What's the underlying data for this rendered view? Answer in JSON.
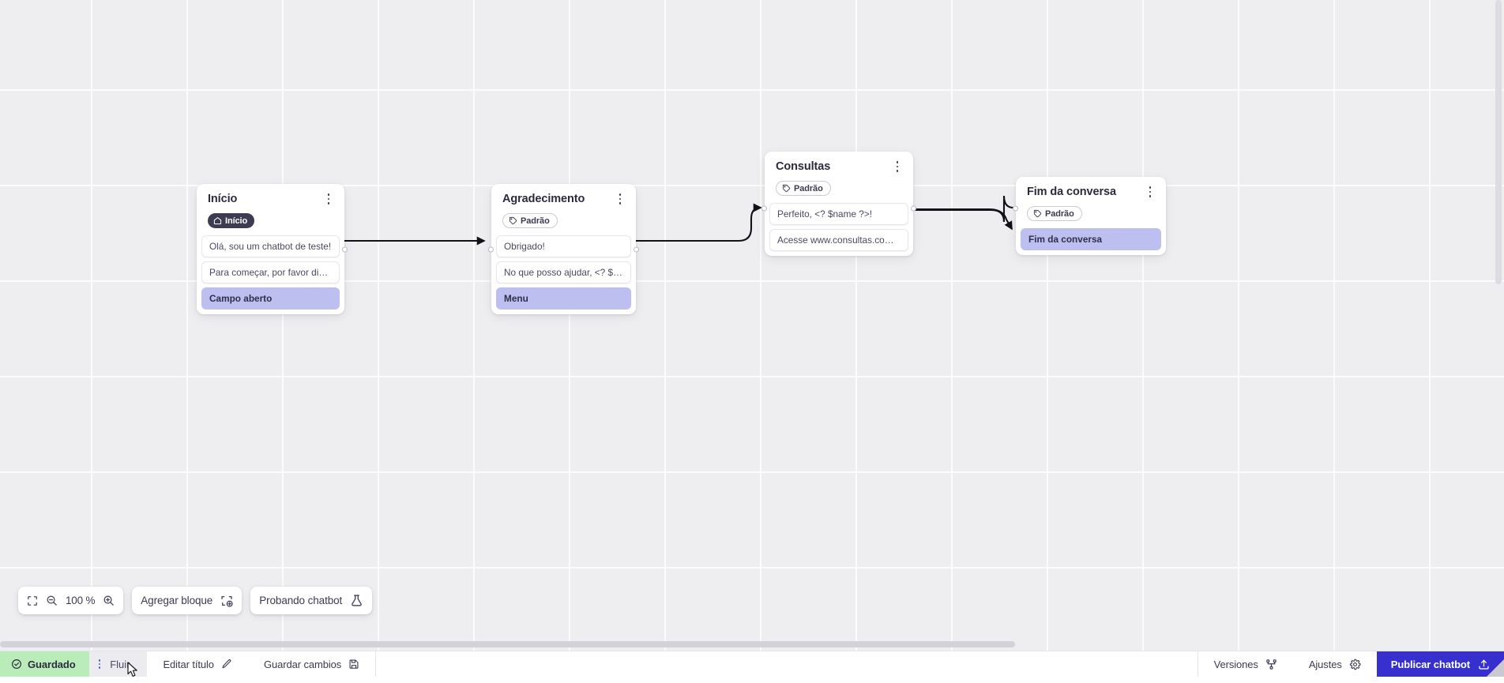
{
  "canvas": {
    "zoom_label": "100 %",
    "grid": true
  },
  "nodes": [
    {
      "title": "Início",
      "badge": {
        "label": "Início",
        "icon": "home-icon",
        "style": "dark"
      },
      "messages": [
        {
          "text": "Olá, sou um chatbot de teste!",
          "type": "message"
        },
        {
          "text": "Para começar, por favor digite o ...",
          "type": "message"
        },
        {
          "text": "Campo aberto",
          "type": "action"
        }
      ]
    },
    {
      "title": "Agradecimento",
      "badge": {
        "label": "Padrão",
        "icon": "tag-icon",
        "style": "outline"
      },
      "messages": [
        {
          "text": "Obrigado!",
          "type": "message"
        },
        {
          "text": "No que posso ajudar, <? $name ...",
          "type": "message"
        },
        {
          "text": "Menu",
          "type": "action"
        }
      ]
    },
    {
      "title": "Consultas",
      "badge": {
        "label": "Padrão",
        "icon": "tag-icon",
        "style": "outline"
      },
      "messages": [
        {
          "text": "Perfeito, <? $name ?>!",
          "type": "message"
        },
        {
          "text": "Acesse www.consultas.com par...",
          "type": "message"
        }
      ]
    },
    {
      "title": "Fim da conversa",
      "badge": {
        "label": "Padrão",
        "icon": "tag-icon",
        "style": "outline"
      },
      "messages": [
        {
          "text": "Fim da conversa",
          "type": "action"
        }
      ]
    }
  ],
  "toolbar": {
    "fit_icon": "fit-screen-icon",
    "zoom_out_icon": "zoom-out-icon",
    "zoom_in_icon": "zoom-in-icon",
    "zoom_value": "100 %",
    "add_block_label": "Agregar bloque",
    "add_block_icon": "add-block-icon",
    "test_chatbot_label": "Probando chatbot",
    "test_chatbot_icon": "flask-icon"
  },
  "bottom_bar": {
    "saved_label": "Guardado",
    "saved_icon": "check-circle-icon",
    "saved_color": "#b9ecb9",
    "flow_tab_label": "Fluir",
    "flow_tab_kebab_icon": "kebab-icon",
    "edit_title_label": "Editar título",
    "edit_title_icon": "pencil-icon",
    "save_changes_label": "Guardar cambios",
    "save_changes_icon": "floppy-icon",
    "versions_label": "Versiones",
    "versions_icon": "branch-icon",
    "settings_label": "Ajustes",
    "settings_icon": "gear-icon",
    "publish_label": "Publicar chatbot",
    "publish_icon": "upload-icon",
    "publish_color": "#3730cf"
  }
}
